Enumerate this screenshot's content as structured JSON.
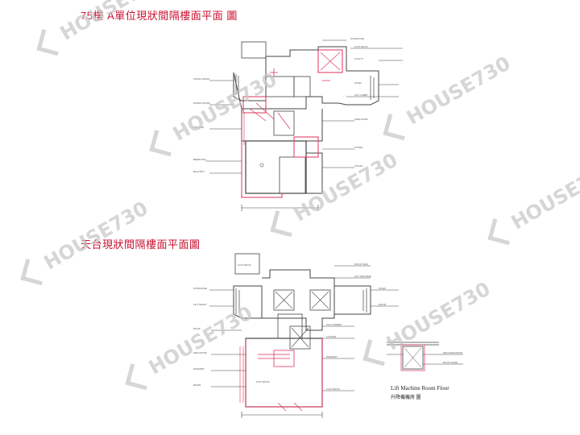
{
  "titles": {
    "top_floor": "75樓 A單位現狀間隔樓面平面 圖",
    "roof": "天台現狀間隔樓面平面圖"
  },
  "lift_machine_room": {
    "caption_en": "Lift Machine Room Floor",
    "caption_zh": "升降機機房 圖"
  },
  "watermark": {
    "text": "HOUSE730",
    "sub": "730"
  },
  "colors": {
    "title": "#c8102e",
    "annotation": "#e0325a",
    "line": "#444444",
    "watermark": "#c9c9c9"
  }
}
